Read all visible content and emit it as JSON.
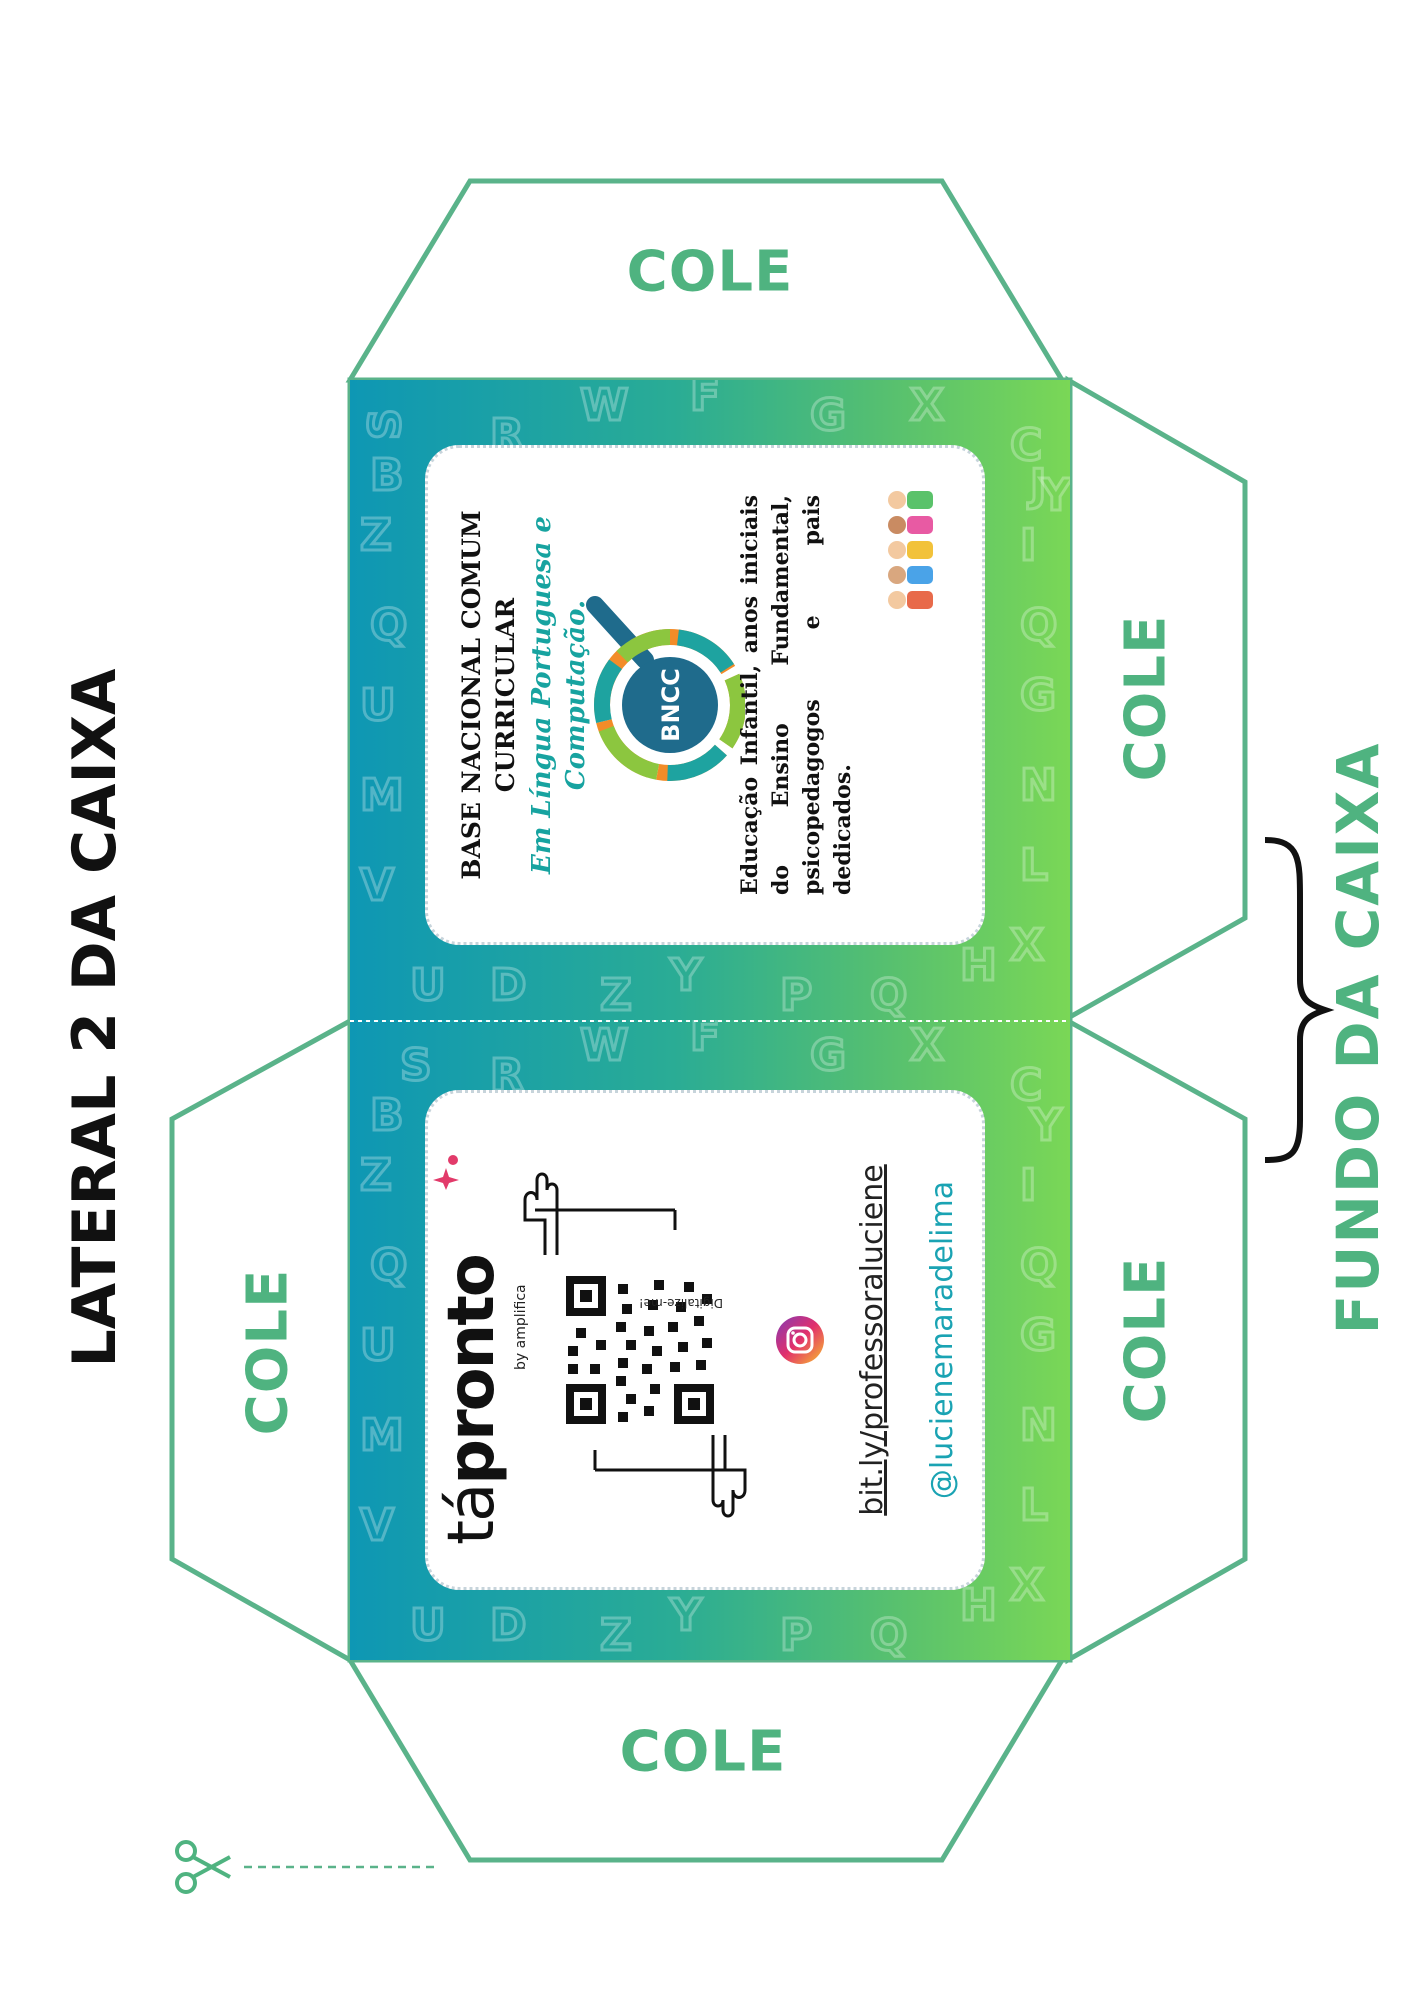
{
  "page": {
    "title_lateral": "LATERAL 2 DA CAIXA",
    "title_fundo": "FUNDO DA CAIXA",
    "glue_label": "COLE"
  },
  "card_front": {
    "title_line1": "BASE NACIONAL COMUM",
    "title_line2": "CURRICULAR",
    "subtitle_line1": "Em Língua Portuguesa e",
    "subtitle_line2": "Computação.",
    "badge": "BNCC",
    "audience": "Educação Infantil, anos iniciais do Ensino Fundamental, psicopedagogos e pais dedicados."
  },
  "card_back": {
    "brand_ta": "tá",
    "brand_pronto": "pronto",
    "brand_by": "by amplifica",
    "scan_label": "Digitalize-me!",
    "link": "bit.ly/professoraluciene",
    "instagram": "@lucienemaradelima"
  },
  "icons": [
    "scissors-icon",
    "instagram-icon",
    "qr-code-icon",
    "magnifier-icon",
    "pointing-hand-icon"
  ],
  "colors": {
    "accent_green": "#4fb380",
    "teal": "#17a3a0",
    "panel_start": "#0e97b4",
    "panel_end": "#7ad756"
  }
}
